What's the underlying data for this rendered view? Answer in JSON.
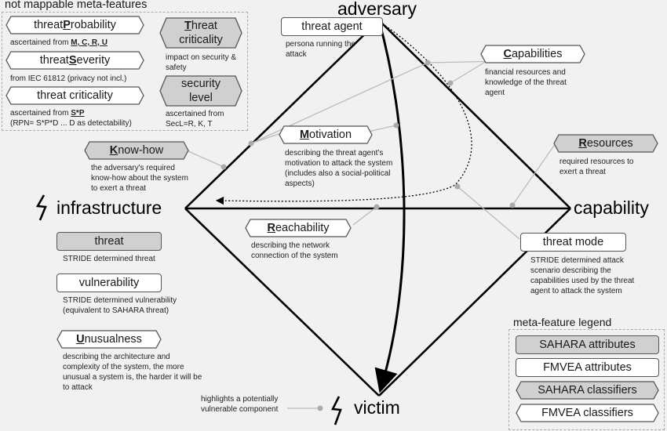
{
  "vertices": {
    "top": "adversary",
    "left": "infrastructure",
    "right": "capability",
    "bottom": "victim"
  },
  "meta_box": {
    "title": "not mappable meta-features",
    "probability": {
      "pre": "threat ",
      "key": "P",
      "rest": "robability",
      "desc_pre": "ascertained from ",
      "desc_keys": "M, C, R, U"
    },
    "severity": {
      "pre": "threat ",
      "key": "S",
      "rest": "everity",
      "desc": "from IEC 61812 (privacy not incl.)"
    },
    "criticality": {
      "label": "threat criticality",
      "desc_line1_pre": "ascertained from ",
      "desc_line1_key": "S*P",
      "desc_line2": "(RPN= S*P*D ... D as detectability)"
    },
    "t_criticality": {
      "key": "T",
      "rest": "hreat",
      "line2": "criticality",
      "desc": "impact on security & safety"
    },
    "security_level": {
      "line1": "security",
      "line2": "level",
      "desc_pre": "ascertained from",
      "desc_line2": "SecL=R, K, T"
    }
  },
  "nodes": {
    "threat_agent": {
      "label": "threat agent",
      "desc": "persona running the attack"
    },
    "capabilities": {
      "key": "C",
      "rest": "apabilities",
      "desc": "financial resources and knowledge of the threat agent"
    },
    "motivation": {
      "key": "M",
      "rest": "otivation",
      "desc": "describing the threat agent's motivation to attack the system (includes also a social-political aspects)"
    },
    "know_how": {
      "key": "K",
      "rest": "now-how",
      "desc": "the adversary's required know-how about the system to exert a threat"
    },
    "resources": {
      "key": "R",
      "rest": "esources",
      "desc": "required resources to exert a threat"
    },
    "reachability": {
      "key": "R",
      "rest": "eachability",
      "desc": "describing the network connection of the system"
    },
    "threat_mode": {
      "label": "threat mode",
      "desc": "STRIDE determined attack scenario describing the capabilities used by the threat agent to attack the system"
    },
    "threat": {
      "label": "threat",
      "desc": "STRIDE determined threat"
    },
    "vulnerability": {
      "label": "vulnerability",
      "desc": "STRIDE determined vulnerability (equivalent to SAHARA threat)"
    },
    "unusualness": {
      "key": "U",
      "rest": "nusualness",
      "desc": "describing the architecture and complexity of the system, the more unusual a system is, the harder it will be to attack"
    }
  },
  "highlight_note": "highlights a potentially vulnerable component",
  "legend": {
    "title": "meta-feature legend",
    "items": [
      "SAHARA attributes",
      "FMVEA attributes",
      "SAHARA classifiers",
      "FMVEA classifiers"
    ]
  },
  "colors": {
    "sahara": "#d0d0d0",
    "fmvea": "#ffffff",
    "line": "#000000",
    "connector": "#bbbbbb"
  }
}
